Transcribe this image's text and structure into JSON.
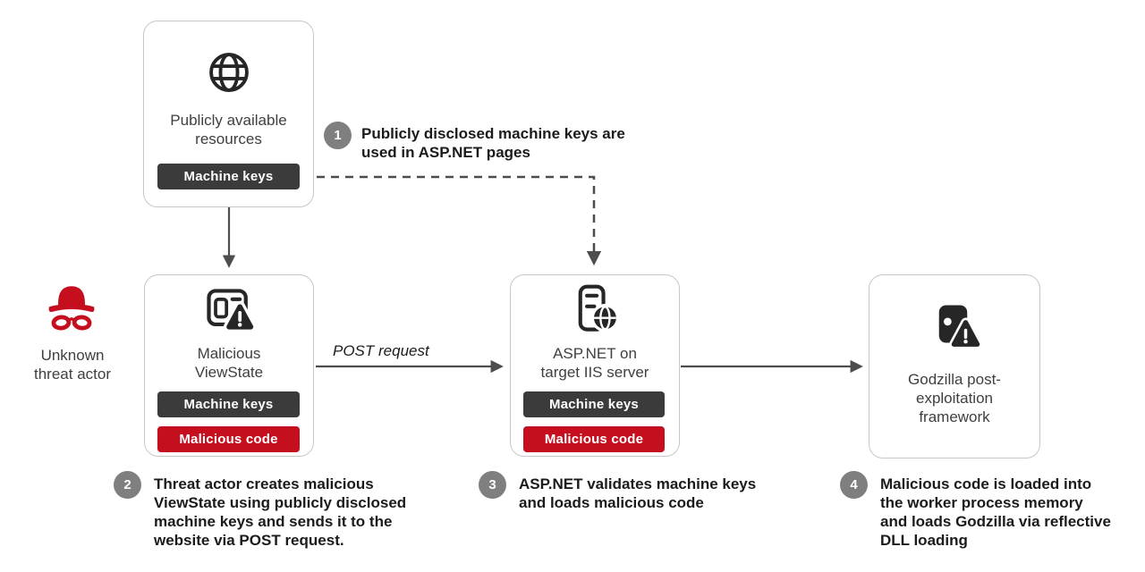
{
  "colors": {
    "badge_dark": "#3b3b3b",
    "badge_red": "#c50f1f",
    "actor_red": "#c50f1f",
    "step_circle_gray": "#7f7f7f",
    "box_border": "#c7c7c7",
    "arrow": "#4d4d4d",
    "icon_dark": "#262626"
  },
  "actor": {
    "label": "Unknown\nthreat actor",
    "icon": "threat-actor-hat-glasses-icon"
  },
  "nodes": [
    {
      "title": "Publicly available\nresources",
      "icon": "globe-icon",
      "badges": [
        {
          "label": "Machine keys",
          "type": "dark"
        }
      ]
    },
    {
      "title": "Malicious\nViewState",
      "icon": "viewstate-warning-icon",
      "badges": [
        {
          "label": "Machine keys",
          "type": "dark"
        },
        {
          "label": "Malicious code",
          "type": "red"
        }
      ]
    },
    {
      "title": "ASP.NET on\ntarget IIS server",
      "icon": "server-globe-icon",
      "badges": [
        {
          "label": "Machine keys",
          "type": "dark"
        },
        {
          "label": "Malicious code",
          "type": "red"
        }
      ]
    },
    {
      "title": "Godzilla post-\nexploitation\nframework",
      "icon": "malware-warning-icon",
      "badges": []
    }
  ],
  "steps": [
    {
      "number": "1",
      "text": "Publicly disclosed machine keys are\nused in ASP.NET pages"
    },
    {
      "number": "2",
      "text": "Threat actor creates malicious\nViewState using publicly disclosed\nmachine keys and sends it to the\nwebsite via POST request."
    },
    {
      "number": "3",
      "text": "ASP.NET validates machine keys\nand loads malicious code"
    },
    {
      "number": "4",
      "text": "Malicious code is loaded into\nthe worker process memory\nand loads Godzilla via reflective\nDLL loading"
    }
  ],
  "edges": {
    "post_request_label": "POST request"
  }
}
